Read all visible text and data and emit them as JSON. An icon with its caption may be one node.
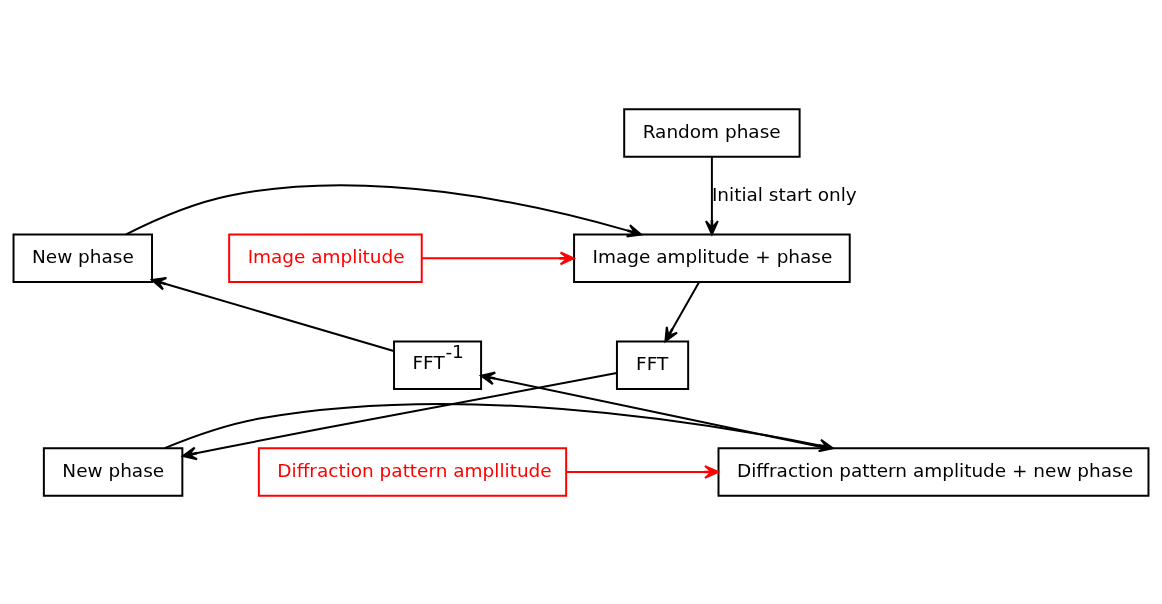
{
  "diagram": {
    "nodes": [
      {
        "text": [
          "Random phase"
        ]
      },
      {
        "text": [
          "Image amplitude"
        ]
      },
      {
        "text": [
          "Image amplitude + phase"
        ]
      },
      {
        "text": [
          "New phase"
        ]
      },
      {
        "text": [
          "FFT"
        ]
      },
      {
        "text": [
          "FFT$^{-1}$"
        ]
      },
      {
        "text": [
          "New phase"
        ]
      },
      {
        "text": [
          "Diffraction pattern amplitude + new phase"
        ]
      },
      {
        "text": [
          "Diffraction pattern ampllitude"
        ]
      }
    ],
    "edges": [
      {
        "from": 0,
        "to": 2,
        "arrow": "to",
        "label": "Initial start only"
      },
      {
        "from": 1,
        "to": 2,
        "arrow": "to",
        "color": "#ff0000"
      },
      {
        "from": 3,
        "to": 2,
        "arrow": "to"
      },
      {
        "from": 2,
        "to": 4,
        "arrow": "to"
      },
      {
        "from": 4,
        "to": 6,
        "arrow": "to"
      },
      {
        "from": 6,
        "to": 7,
        "arrow": "to"
      },
      {
        "from": 8,
        "to": 7,
        "arrow": "to",
        "color": "#ff0000"
      },
      {
        "from": 7,
        "to": 5,
        "arrow": "to"
      },
      {
        "from": 5,
        "to": 3,
        "arrow": "to"
      }
    ]
  }
}
